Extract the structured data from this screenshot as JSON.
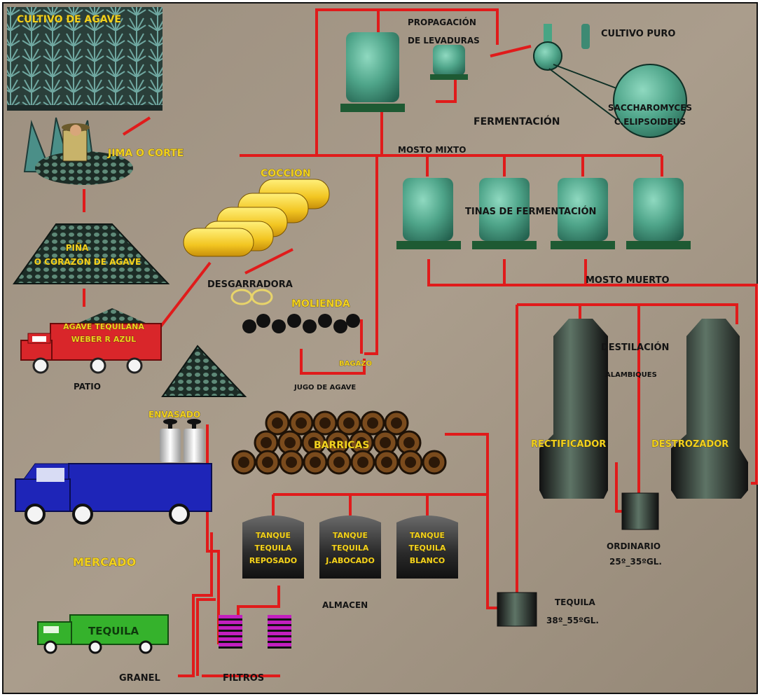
{
  "labels": {
    "cultivo_agave": "CULTIVO DE AGAVE",
    "jima": "JIMA O CORTE",
    "pina_line1": "PIÑA",
    "pina_line2": "O CORAZON DE AGAVE",
    "agave_line1": "AGAVE TEQUILANA",
    "agave_line2": "WEBER R AZUL",
    "patio": "PATIO",
    "coccion": "COCCION",
    "desgarradora": "DESGARRADORA",
    "molienda": "MOLIENDA",
    "bagazo": "BAGAZO",
    "jugo": "JUGO DE AGAVE",
    "propagacion_line1": "PROPAGACIÓN",
    "propagacion_line2": "DE LEVADURAS",
    "cultivo_puro": "CULTIVO PURO",
    "fermentacion": "FERMENTACIÓN",
    "sacch_line1": "SACCHAROMYCES",
    "sacch_line2": "C.ELIPSOIDEUS",
    "mosto_mixto": "MOSTO MIXTO",
    "tinas": "TINAS DE FERMENTACIÓN",
    "mosto_muerto": "MOSTO MUERTO",
    "destilacion": "DESTILACIÓN",
    "alambiques": "ALAMBIQUES",
    "rectificador": "RECTIFICADOR",
    "destrozador": "DESTROZADOR",
    "ordinario_line1": "ORDINARIO",
    "ordinario_line2": "25º_35ºGL.",
    "tequila_grado_line1": "TEQUILA",
    "tequila_grado_line2": "38º_55ºGL.",
    "envasado": "ENVASADO",
    "barricas": "BARRICAS",
    "mercado": "MERCADO",
    "tanque_reposado": [
      "TANQUE",
      "TEQUILA",
      "REPOSADO"
    ],
    "tanque_abocado": [
      "TANQUE",
      "TEQUILA",
      "J.ABOCADO"
    ],
    "tanque_blanco": [
      "TANQUE",
      "TEQUILA",
      "BLANCO"
    ],
    "almacen": "ALMACEN",
    "truck_tequila": "TEQUILA",
    "granel": "GRANEL",
    "filtros": "FILTROS"
  },
  "colors": {
    "background": "#a09383",
    "pipe": "#e01b1b",
    "label": "#f2d21f",
    "jade": "#4fa58a",
    "oven": "#f2c521",
    "still": "#2b3a30",
    "tank": "#2a2a2a",
    "truck_red": "#d9262a",
    "truck_blue": "#1e25b8",
    "truck_green": "#35b22c",
    "filter": "#c21fbf"
  }
}
